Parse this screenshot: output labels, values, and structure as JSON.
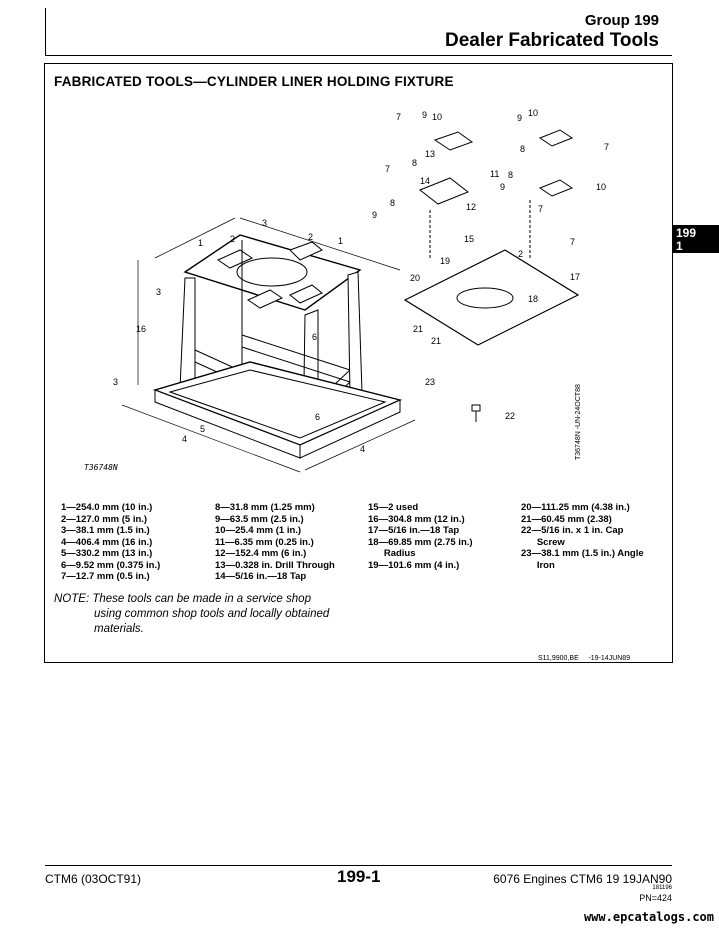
{
  "header": {
    "group": "Group  199",
    "section": "Dealer Fabricated Tools"
  },
  "tab": {
    "line1": "199",
    "line2": "1"
  },
  "figure": {
    "title": "FABRICATED TOOLS—CYLINDER LINER HOLDING FIXTURE",
    "ref_left": "T36748N",
    "ref_right_vertical": "T36748N    -UN-24OCT88",
    "callouts": [
      "1",
      "2",
      "3",
      "4",
      "5",
      "6",
      "7",
      "8",
      "9",
      "10",
      "11",
      "12",
      "13",
      "14",
      "15",
      "16",
      "17",
      "18",
      "19",
      "20",
      "21",
      "22",
      "23"
    ]
  },
  "legend": {
    "col1": [
      "1—254.0 mm (10 in.)",
      "2—127.0 mm (5 in.)",
      "3—38.1 mm (1.5 in.)",
      "4—406.4 mm (16 in.)",
      "5—330.2 mm (13 in.)",
      "6—9.52 mm (0.375 in.)",
      "7—12.7 mm (0.5 in.)"
    ],
    "col2": [
      "8—31.8 mm (1.25 mm)",
      "9—63.5 mm (2.5 in.)",
      "10—25.4 mm (1 in.)",
      "11—6.35 mm (0.25 in.)",
      "12—152.4 mm (6 in.)",
      "13—0.328 in. Drill Through",
      "14—5/16 in.—18 Tap"
    ],
    "col3": [
      "15—2 used",
      "16—304.8 mm (12 in.)",
      "17—5/16 in.—18 Tap",
      "18—69.85 mm (2.75 in.)",
      "      Radius",
      "19—101.6 mm (4 in.)"
    ],
    "col4": [
      "20—111.25 mm (4.38 in.)",
      "21—60.45 mm (2.38)",
      "22—5/16 in. x 1 in. Cap",
      "      Screw",
      "23—38.1 mm (1.5 in.) Angle",
      "      Iron"
    ]
  },
  "note": {
    "line1": "NOTE: These tools can be made in a service shop",
    "line2": "using common shop tools and locally obtained",
    "line3": "materials."
  },
  "doc_code": "S11,9900,BE     -19-14JUN89",
  "footer": {
    "left": "CTM6 (03OCT91)",
    "center": "199-1",
    "right": "6076 Engines CTM6 19 19JAN90",
    "small": "181196",
    "pn": "PN=424",
    "watermark": "www.epcatalogs.com"
  }
}
